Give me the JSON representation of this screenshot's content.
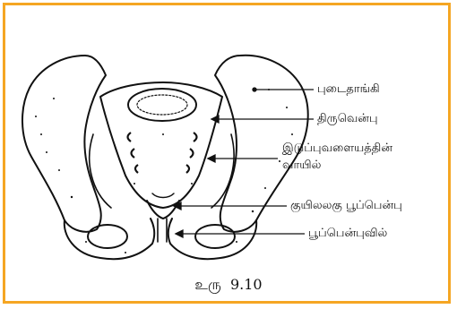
{
  "labels": {
    "ilium": "புடைதாங்கி",
    "sacrum": "திருவென்பு",
    "pelvic_inlet_line1": "இடுப்புவளையத்தின்",
    "pelvic_inlet_line2": "வாயில்",
    "coccyx": "குயிலலகு பூப்பென்பு",
    "pubic_arch": "பூப்பென்புவில்"
  },
  "caption": {
    "prefix": "உரு",
    "number": "9.10"
  },
  "colors": {
    "border": "#f5a623",
    "ink": "#111111"
  }
}
